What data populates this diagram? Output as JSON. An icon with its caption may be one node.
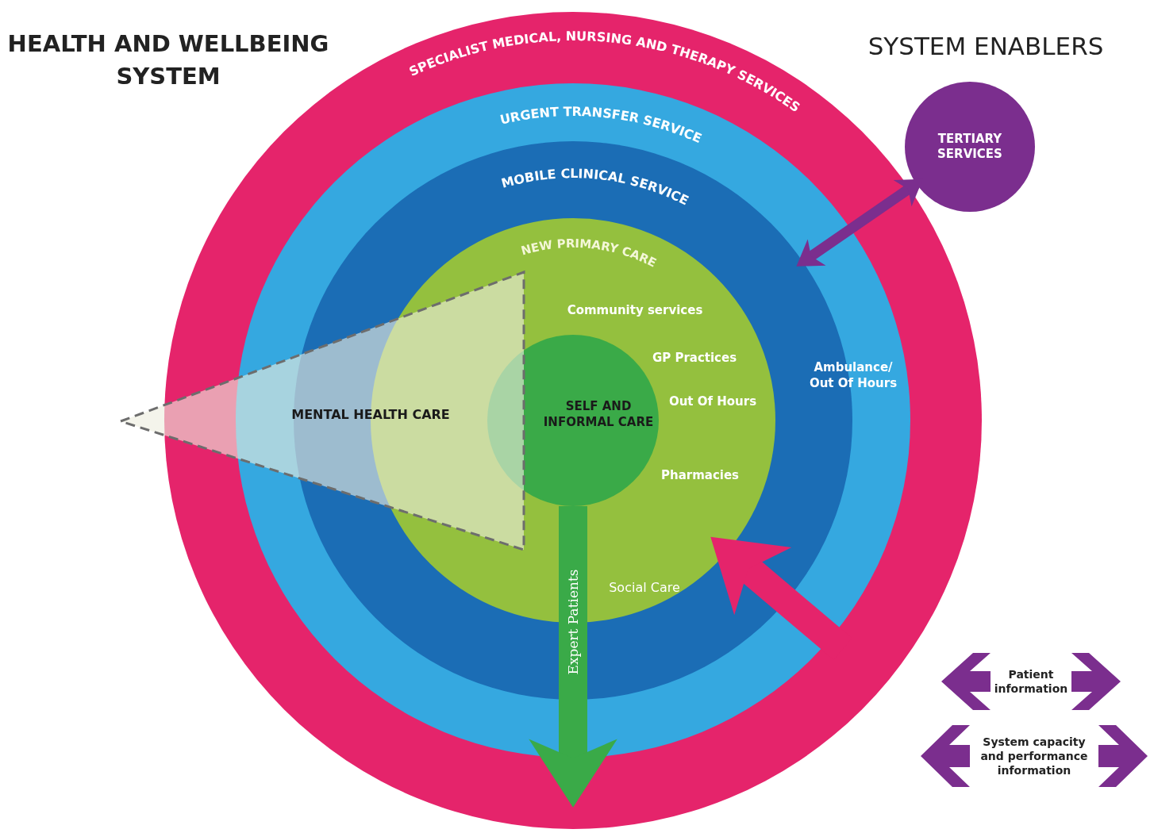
{
  "diagram": {
    "title": "HEALTH AND WELLBEING SYSTEM",
    "nodes": [
      {
        "text": [
          "SPECIALIST MEDICAL, NURSING AND THERAPY SERVICES"
        ]
      },
      {
        "text": [
          "URGENT TRANSFER SERVICE"
        ],
        "in": 0
      },
      {
        "text": [
          "MOBILE CLINICAL SERVICE",
          "Ambulance/ Out Of Hours"
        ],
        "in": 1
      },
      {
        "text": [
          "NEW PRIMARY CARE",
          "Community services",
          "GP Practices",
          "Out Of Hours",
          "Pharmacies",
          "Social Care"
        ],
        "in": 2
      },
      {
        "text": [
          "SELF AND INFORMAL CARE"
        ],
        "in": 3
      },
      {
        "text": [
          "MENTAL HEALTH CARE"
        ]
      },
      {
        "text": [
          "TERTIARY SERVICES"
        ]
      },
      {
        "text": [
          "Patient information"
        ]
      },
      {
        "text": [
          "System capacity and performance information"
        ]
      }
    ],
    "edges": [
      {
        "from": 6,
        "to": 2,
        "arrow": "both",
        "color": "#7b2e8e"
      },
      {
        "from": 4,
        "to": null,
        "arrow": "to",
        "label": "Expert Patients",
        "color": "#3aaa48"
      },
      {
        "from": null,
        "to": 3,
        "arrow": "to",
        "color": "#e5246b"
      }
    ],
    "labels": [
      "SYSTEM ENABLERS"
    ]
  }
}
